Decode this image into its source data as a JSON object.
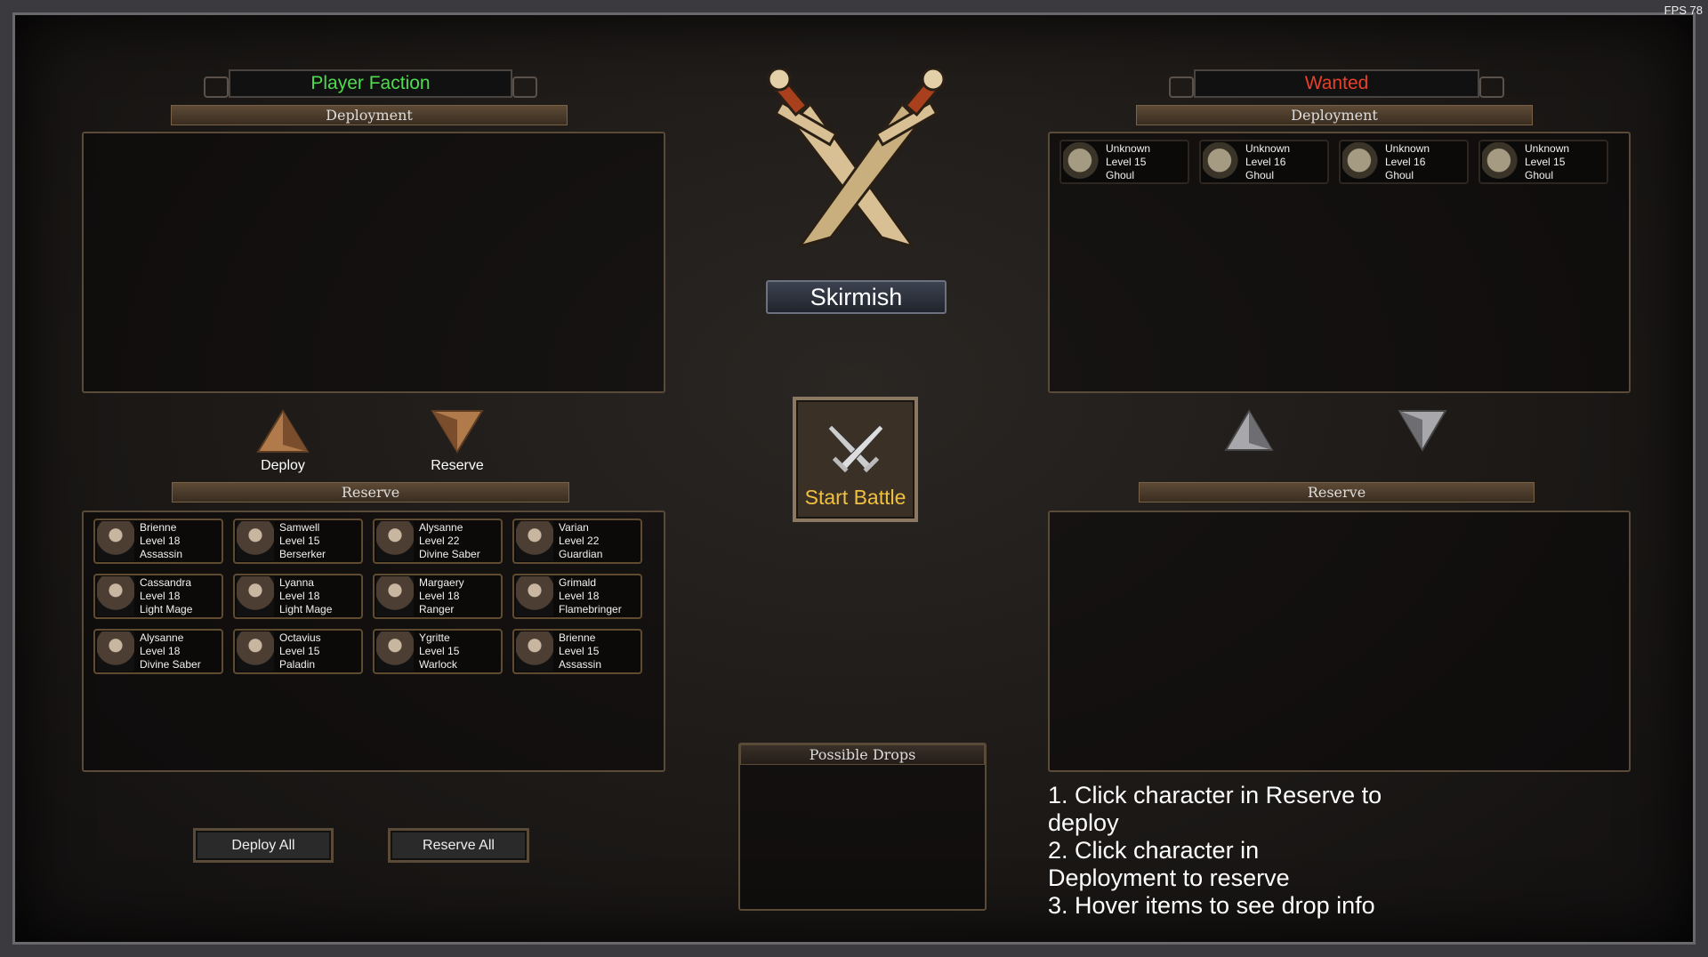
{
  "fps": "FPS 78",
  "left": {
    "title": "Player Faction",
    "title_color": "#4fdb4f",
    "deployment_label": "Deployment",
    "reserve_label": "Reserve",
    "deploy_arrow_label": "Deploy",
    "reserve_arrow_label": "Reserve",
    "reserve": [
      {
        "name": "Brienne",
        "level": "Level 18",
        "cls": "Assassin"
      },
      {
        "name": "Samwell",
        "level": "Level 15",
        "cls": "Berserker"
      },
      {
        "name": "Alysanne",
        "level": "Level 22",
        "cls": "Divine Saber"
      },
      {
        "name": "Varian",
        "level": "Level 22",
        "cls": "Guardian"
      },
      {
        "name": "Cassandra",
        "level": "Level 18",
        "cls": "Light Mage"
      },
      {
        "name": "Lyanna",
        "level": "Level 18",
        "cls": "Light Mage"
      },
      {
        "name": "Margaery",
        "level": "Level 18",
        "cls": "Ranger"
      },
      {
        "name": "Grimald",
        "level": "Level 18",
        "cls": "Flamebringer"
      },
      {
        "name": "Alysanne",
        "level": "Level 18",
        "cls": "Divine Saber"
      },
      {
        "name": "Octavius",
        "level": "Level 15",
        "cls": "Paladin"
      },
      {
        "name": "Ygritte",
        "level": "Level 15",
        "cls": "Warlock"
      },
      {
        "name": "Brienne",
        "level": "Level 15",
        "cls": "Assassin"
      }
    ],
    "deploy_all": "Deploy All",
    "reserve_all": "Reserve All"
  },
  "center": {
    "mode": "Skirmish",
    "start_battle": "Start Battle",
    "start_color": "#f0c040",
    "drops_label": "Possible Drops"
  },
  "right": {
    "title": "Wanted",
    "title_color": "#e8402a",
    "deployment_label": "Deployment",
    "reserve_label": "Reserve",
    "deployment": [
      {
        "name": "Unknown",
        "level": "Level 15",
        "cls": "Ghoul"
      },
      {
        "name": "Unknown",
        "level": "Level 16",
        "cls": "Ghoul"
      },
      {
        "name": "Unknown",
        "level": "Level 16",
        "cls": "Ghoul"
      },
      {
        "name": "Unknown",
        "level": "Level 15",
        "cls": "Ghoul"
      }
    ]
  },
  "instructions": [
    "1. Click character in Reserve to",
    "deploy",
    "2. Click character in",
    "Deployment to reserve",
    "3. Hover items to see drop info"
  ]
}
